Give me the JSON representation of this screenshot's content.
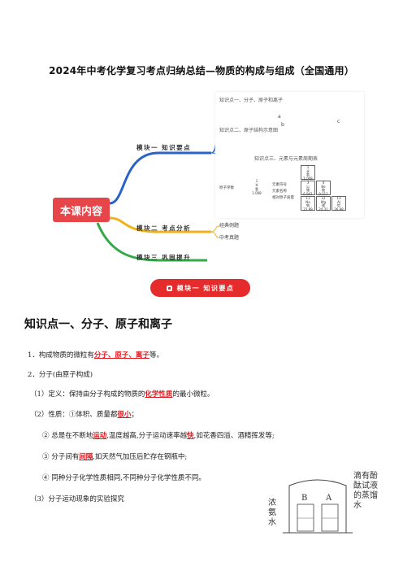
{
  "title": "2024年中考化学复习考点归纳总结—物质的构成与组成（全国通用）",
  "mindmap": {
    "center": "本课内容",
    "branches": [
      {
        "label": "模块一  知识要点",
        "color": "#2b63c9"
      },
      {
        "label": "模块二  考点分析",
        "color": "#f0b21b"
      },
      {
        "label": "模块三  巩固提升",
        "color": "#35a84a"
      }
    ],
    "knowledge_nodes": [
      "知识点一、分子、原子和离子",
      "知识点二、原子结构示意图",
      "知识点三、元素与元素周期表"
    ],
    "analysis_nodes": [
      "经典例题",
      "中考真题"
    ],
    "element_table": {
      "row1": [
        {
          "num": "1",
          "sym": "H",
          "name": "氢",
          "mass": "1.008"
        }
      ],
      "row2": [
        {
          "num": "3",
          "sym": "Li",
          "name": "锂",
          "mass": "6.941"
        },
        {
          "num": "4",
          "sym": "Be",
          "name": "铍",
          "mass": "9.012"
        }
      ],
      "row3": [
        {
          "num": "11",
          "sym": "Na",
          "name": "钠",
          "mass": "22.99"
        },
        {
          "num": "12",
          "sym": "Mg",
          "name": "镁",
          "mass": "24.31"
        },
        {
          "num": "13",
          "sym": "Al",
          "name": "铝",
          "mass": "26.98"
        }
      ],
      "legend_left": "原子序数",
      "legend_right": [
        "元素符号",
        "元素名称",
        "相对原子质量"
      ],
      "sample": {
        "num": "1",
        "sym": "H",
        "name": "氢",
        "mass": "1.008"
      }
    },
    "atom_labels": [
      "a",
      "b",
      "c"
    ]
  },
  "module_button": "模块一  知识要点",
  "section": {
    "heading": "知识点一、分子、原子和离子",
    "item1": {
      "prefix": "1．构成物质的微粒有",
      "hl": "分子、原子、离子",
      "suffix": "等。"
    },
    "item2": "2．分子(由原子构成)",
    "p1": {
      "prefix": "（1）定义：保持由分子构成的物质的",
      "hl": "化学性质",
      "suffix": "的最小微粒。"
    },
    "p2": {
      "prefix": "（2）性质：①体积、质量都",
      "hl": "很小",
      "suffix": "；"
    },
    "p2b": {
      "prefix": "②  总是在不断地",
      "hl1": "运动",
      "mid": ",温度越高,分子运动速率越",
      "hl2": "快",
      "suffix": ",如花香四溢、酒精挥发等;"
    },
    "p2c": {
      "prefix": "③  分子间有",
      "hl": "间隔",
      "suffix": ",如天然气加压后贮存在钢瓶中;"
    },
    "p2d": "④  同种分子化学性质相同,不同种分子化学性质不同。",
    "p3": "（3）分子运动现象的实验探究"
  },
  "figure": {
    "left_label": "浓氨水",
    "right_label": "滴有酚酞试液的蒸馏水",
    "beaker_b": "B",
    "beaker_a": "A"
  }
}
